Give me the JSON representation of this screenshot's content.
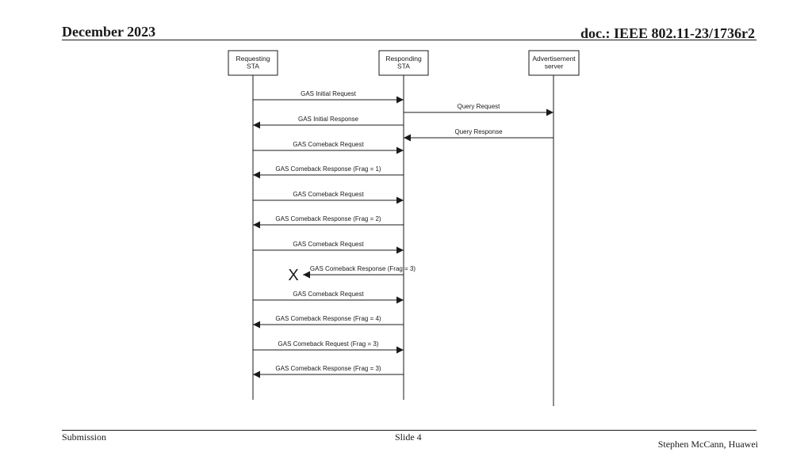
{
  "header": {
    "date": "December 2023",
    "doc": "doc.: IEEE 802.11-23/1736r2"
  },
  "footer": {
    "left": "Submission",
    "center": "Slide 4",
    "right": "Stephen McCann, Huawei"
  },
  "diagram": {
    "actors": [
      {
        "id": "req",
        "lines": [
          "Requesting",
          "STA"
        ]
      },
      {
        "id": "resp",
        "lines": [
          "Responding",
          "STA"
        ]
      },
      {
        "id": "adv",
        "lines": [
          "Advertisement",
          "server"
        ]
      }
    ],
    "messages": [
      {
        "from": "req",
        "to": "resp",
        "label": "GAS Initial Request"
      },
      {
        "from": "resp",
        "to": "adv",
        "label": "Query Request"
      },
      {
        "from": "resp",
        "to": "req",
        "label": "GAS Initial Response"
      },
      {
        "from": "adv",
        "to": "resp",
        "label": "Query Response"
      },
      {
        "from": "req",
        "to": "resp",
        "label": "GAS Comeback Request"
      },
      {
        "from": "resp",
        "to": "req",
        "label": "GAS Comeback Response (Frag = 1)"
      },
      {
        "from": "req",
        "to": "resp",
        "label": "GAS Comeback Request"
      },
      {
        "from": "resp",
        "to": "req",
        "label": "GAS Comeback Response (Frag = 2)"
      },
      {
        "from": "req",
        "to": "resp",
        "label": "GAS Comeback Request"
      },
      {
        "from": "resp",
        "to": "req",
        "label": "GAS Comeback Response (Frag = 3)",
        "lost": true
      },
      {
        "from": "req",
        "to": "resp",
        "label": "GAS Comeback Request"
      },
      {
        "from": "resp",
        "to": "req",
        "label": "GAS Comeback Response (Frag = 4)"
      },
      {
        "from": "req",
        "to": "resp",
        "label": "GAS Comeback Request (Frag = 3)"
      },
      {
        "from": "resp",
        "to": "req",
        "label": "GAS Comeback Response (Frag = 3)"
      }
    ],
    "lost_marker": "X"
  }
}
